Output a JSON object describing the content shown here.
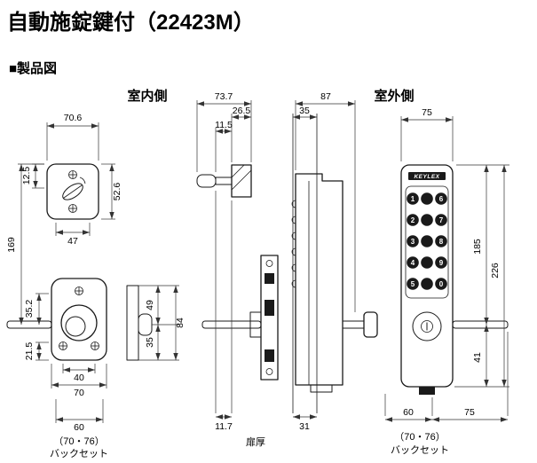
{
  "title": "自動施錠鍵付（22423M）",
  "section_heading": "■製品図",
  "views": {
    "indoor": {
      "label": "室内側"
    },
    "outdoor": {
      "label": "室外側"
    }
  },
  "brand": "KEYLEX",
  "keypad": {
    "left": [
      "1",
      "2",
      "3",
      "4",
      "5"
    ],
    "right": [
      "6",
      "7",
      "8",
      "9",
      "0"
    ]
  },
  "dims": {
    "indoor": {
      "width_top": "70.6",
      "thumbturn_offset": "12.5",
      "escutcheon_height": "52.6",
      "inner_width": "47",
      "total_height": "169",
      "upper": "35.2",
      "lower": "21.5",
      "handle_width": "40",
      "plate_width": "70",
      "backset": "60",
      "backset_options": "（70・76）",
      "backset_label": "バックセット",
      "profile_upper": "49",
      "profile_lower": "35",
      "profile_total": "84"
    },
    "middle": {
      "protrusion_total": "73.7",
      "case_depth": "26.5",
      "thumbturn_depth": "11.5",
      "outdoor_protrusion": "87",
      "door_face": "35",
      "latch_depth": "11.7",
      "door_thickness_value": "31",
      "door_thickness_label": "扉厚"
    },
    "outdoor": {
      "width_top": "75",
      "upper_height": "185",
      "total_height": "226",
      "lower_height": "41",
      "backset": "60",
      "spindle": "75",
      "backset_options": "（70・76）",
      "backset_label": "バックセット"
    }
  }
}
